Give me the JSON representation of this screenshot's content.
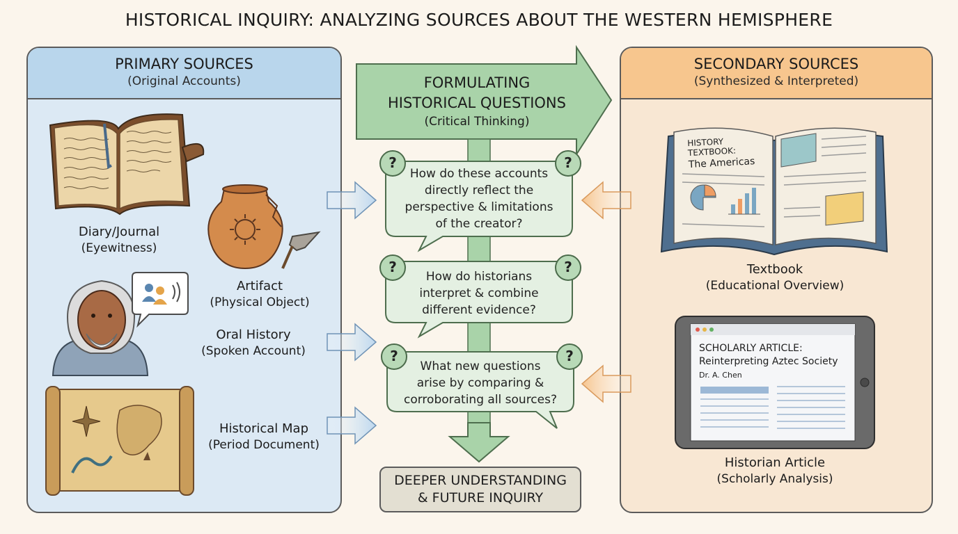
{
  "title": "HISTORICAL INQUIRY: ANALYZING SOURCES ABOUT THE WESTERN HEMISPHERE",
  "primary": {
    "title": "PRIMARY SOURCES",
    "subtitle": "(Original Accounts)",
    "items": [
      {
        "label": "Diary/Journal",
        "sub": "(Eyewitness)"
      },
      {
        "label": "Artifact",
        "sub": "(Physical Object)"
      },
      {
        "label": "Oral History",
        "sub": "(Spoken Account)"
      },
      {
        "label": "Historical Map",
        "sub": "(Period Document)"
      }
    ]
  },
  "center": {
    "title_line1": "FORMULATING",
    "title_line2": "HISTORICAL QUESTIONS",
    "subtitle": "(Critical Thinking)",
    "questions": [
      {
        "lines": [
          "How do these accounts",
          "directly reflect the",
          "perspective & limitations",
          "of the creator?"
        ]
      },
      {
        "lines": [
          "How do historians",
          "interpret & combine",
          "different evidence?"
        ]
      },
      {
        "lines": [
          "What new questions",
          "arise by comparing &",
          "corroborating all sources?"
        ]
      }
    ],
    "qmark": "?",
    "conclusion_line1": "DEEPER UNDERSTANDING",
    "conclusion_line2": "& FUTURE INQUIRY"
  },
  "secondary": {
    "title": "SECONDARY SOURCES",
    "subtitle": "(Synthesized & Interpreted)",
    "items": [
      {
        "label": "Textbook",
        "sub": "(Educational Overview)"
      },
      {
        "label": "Historian Article",
        "sub": "(Scholarly Analysis)"
      }
    ],
    "textbook_cover_line1": "HISTORY TEXTBOOK:",
    "textbook_cover_line2": "The Americas",
    "article_title_line1": "SCHOLARLY ARTICLE:",
    "article_title_line2": "Reinterpreting Aztec Society",
    "article_author": "Dr. A. Chen"
  },
  "colors": {
    "primary_panel": "#dce9f4",
    "primary_header": "#b9d6ec",
    "secondary_panel": "#f8e7d3",
    "secondary_header": "#f7c68e",
    "question_box": "#e4f0e2",
    "center_arrow": "#a9d3a9"
  }
}
